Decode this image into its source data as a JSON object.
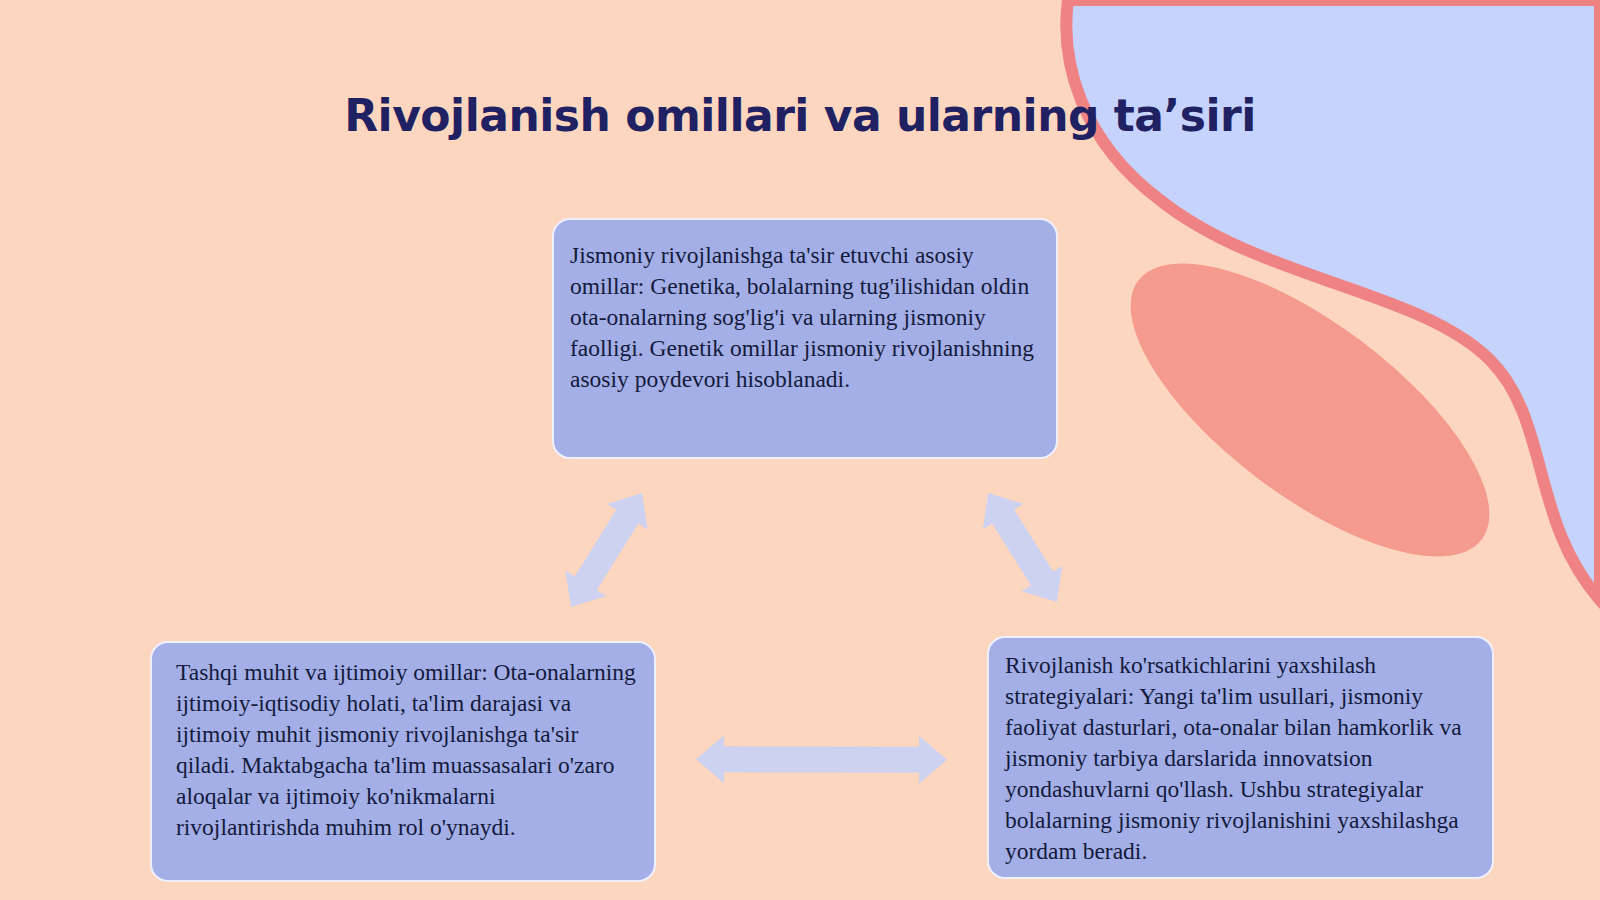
{
  "diagram": {
    "title": "Rivojlanish omillari va ularning ta’siri",
    "nodes": [
      {
        "text": [
          "Jismoniy rivojlanishga ta'sir etuvchi asosiy omillar: Genetika, bolalarning tug'ilishidan oldin ota-onalarning sog'lig'i va ularning jismoniy faolligi. Genetik omillar jismoniy rivojlanishning asosiy poydevori hisoblanadi."
        ]
      },
      {
        "text": [
          "Tashqi muhit va ijtimoiy omillar: Ota-onalarning ijtimoiy-iqtisodiy holati, ta'lim darajasi va ijtimoiy muhit jismoniy rivojlanishga ta'sir qiladi. Maktabgacha ta'lim muassasalari o'zaro aloqalar va ijtimoiy ko'nikmalarni rivojlantirishda muhim rol o'ynaydi."
        ]
      },
      {
        "text": [
          "Rivojlanish ko'rsatkichlarini yaxshilash strategiyalari: Yangi ta'lim usullari, jismoniy faoliyat dasturlari, ota-onalar bilan hamkorlik va jismoniy tarbiya darslarida innovatsion yondashuvlarni qo'llash. Ushbu strategiyalar bolalarning jismoniy rivojlanishini yaxshilashga yordam beradi."
        ]
      }
    ],
    "edges": [
      {
        "from": 0,
        "to": 1,
        "arrow": "both"
      },
      {
        "from": 0,
        "to": 2,
        "arrow": "both"
      },
      {
        "from": 1,
        "to": 2,
        "arrow": "both"
      }
    ]
  }
}
